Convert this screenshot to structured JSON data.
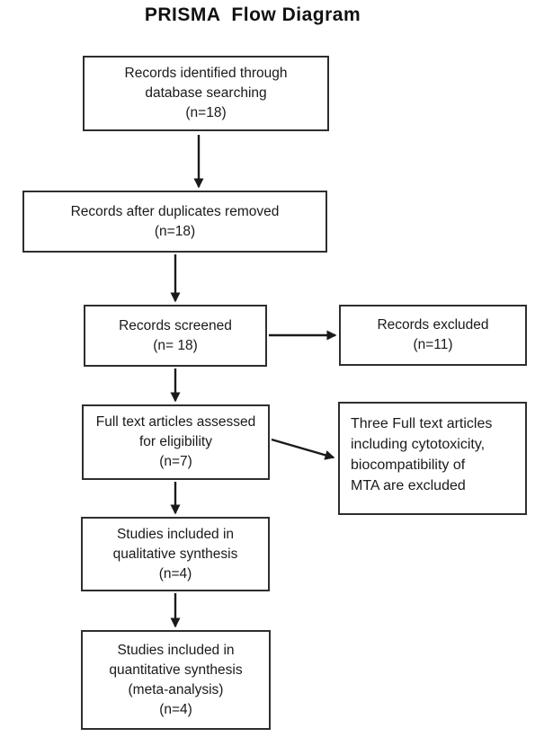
{
  "title": "PRISMA  Flow Diagram",
  "boxes": {
    "identified": {
      "lines": [
        "Records identified through",
        "database searching",
        "(n=18)"
      ]
    },
    "duplicates_removed": {
      "lines": [
        "Records after duplicates removed",
        "(n=18)"
      ]
    },
    "screened": {
      "lines": [
        "Records screened",
        "(n= 18)"
      ]
    },
    "records_excluded": {
      "lines": [
        "Records excluded",
        "(n=11)"
      ]
    },
    "fulltext_assessed": {
      "lines": [
        "Full text articles assessed",
        "for eligibility",
        "(n=7)"
      ]
    },
    "fulltext_excluded": {
      "lines": [
        "Three Full text articles",
        "including cytotoxicity,",
        "biocompatibility of",
        "MTA are excluded"
      ]
    },
    "qualitative": {
      "lines": [
        "Studies included in",
        "qualitative synthesis",
        "(n=4)"
      ]
    },
    "quantitative": {
      "lines": [
        "Studies included in",
        "quantitative synthesis",
        "(meta-analysis)",
        "(n=4)"
      ]
    }
  },
  "colors": {
    "background": "#ffffff",
    "box_border": "#2e2e2e",
    "text": "#1a1a1a",
    "arrow": "#1a1a1a"
  }
}
